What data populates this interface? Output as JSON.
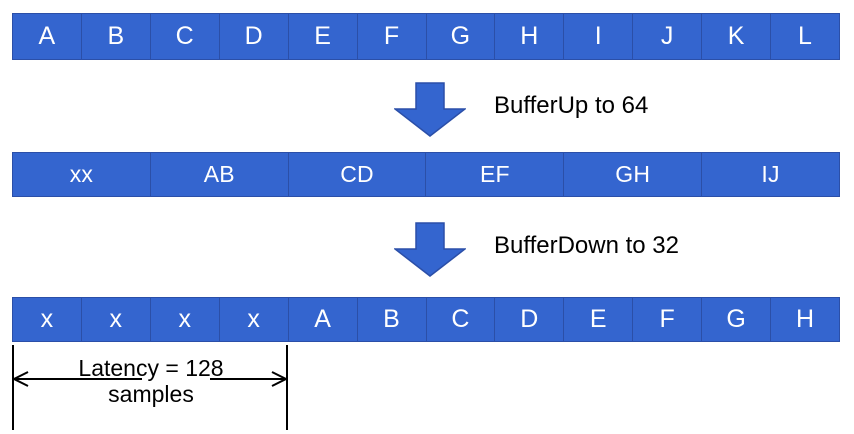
{
  "diagram": {
    "title": "Buffer latency diagram",
    "colors": {
      "cell_fill": "#3465CF",
      "cell_border": "#2B4FA8",
      "arrow_fill": "#3465CF",
      "arrow_stroke": "#2B4FA8",
      "text_on_cell": "#FFFFFF",
      "annotation": "#000000"
    },
    "rows": [
      {
        "id": "row-top",
        "name": "input-buffer-row",
        "cell_count": 12,
        "cells": [
          "A",
          "B",
          "C",
          "D",
          "E",
          "F",
          "G",
          "H",
          "I",
          "J",
          "K",
          "L"
        ]
      },
      {
        "id": "row-middle",
        "name": "bufferup-row",
        "cell_count": 6,
        "cells": [
          "xx",
          "AB",
          "CD",
          "EF",
          "GH",
          "IJ"
        ]
      },
      {
        "id": "row-bottom",
        "name": "bufferdown-row",
        "cell_count": 12,
        "cells": [
          "x",
          "x",
          "x",
          "x",
          "A",
          "B",
          "C",
          "D",
          "E",
          "F",
          "G",
          "H"
        ]
      }
    ],
    "arrows": [
      {
        "id": "arrow-up64",
        "name": "bufferup-arrow",
        "direction": "down",
        "label": "BufferUp to 64"
      },
      {
        "id": "arrow-down32",
        "name": "bufferdown-arrow",
        "direction": "down",
        "label": "BufferDown to 32"
      }
    ],
    "latency_annotation": {
      "name": "latency-measure",
      "line1": "Latency = 128",
      "line2": "samples",
      "span_cells": 4,
      "arrow_style": "double-headed"
    }
  }
}
